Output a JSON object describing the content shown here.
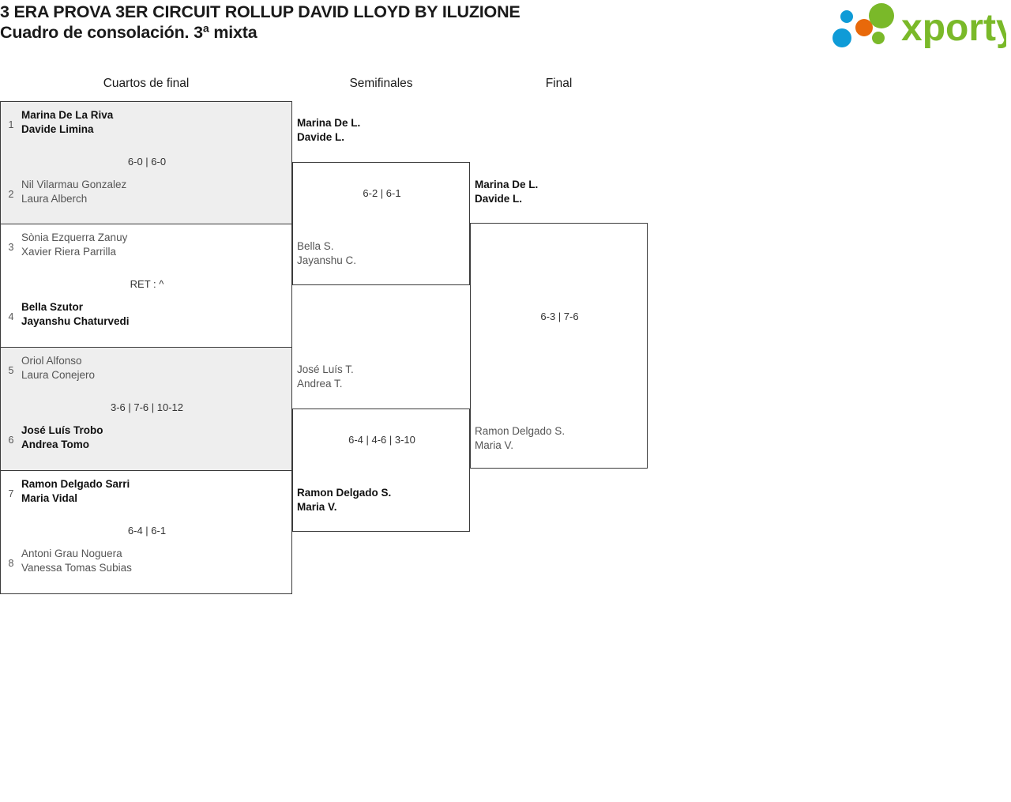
{
  "header": {
    "title_line1": "3 ERA PROVA 3ER CIRCUIT ROLLUP DAVID LLOYD BY ILUZIONE",
    "title_line2": "Cuadro de consolación. 3ª mixta",
    "logo_text": "xporty",
    "logo_colors": {
      "green": "#7ab929",
      "blue": "#0f9bd7",
      "orange": "#e8690b"
    }
  },
  "rounds": [
    {
      "label": "Cuartos de final"
    },
    {
      "label": "Semifinales"
    },
    {
      "label": "Final"
    }
  ],
  "quarterfinals": [
    {
      "shaded": true,
      "score": "6-0 | 6-0",
      "top": {
        "seed": "1",
        "line1": "Marina De La Riva",
        "line2": "Davide Limina",
        "winner": true
      },
      "bottom": {
        "seed": "2",
        "line1": "Nil Vilarmau Gonzalez",
        "line2": "Laura Alberch",
        "winner": false
      }
    },
    {
      "shaded": false,
      "score": "RET : ^",
      "top": {
        "seed": "3",
        "line1": "Sònia Ezquerra Zanuy",
        "line2": "Xavier Riera Parrilla",
        "winner": false
      },
      "bottom": {
        "seed": "4",
        "line1": "Bella Szutor",
        "line2": "Jayanshu Chaturvedi",
        "winner": true
      }
    },
    {
      "shaded": true,
      "score": "3-6 | 7-6 | 10-12",
      "top": {
        "seed": "5",
        "line1": "Oriol Alfonso",
        "line2": "Laura Conejero",
        "winner": false
      },
      "bottom": {
        "seed": "6",
        "line1": "José Luís Trobo",
        "line2": "Andrea Tomo",
        "winner": true
      }
    },
    {
      "shaded": false,
      "score": "6-4 | 6-1",
      "top": {
        "seed": "7",
        "line1": "Ramon Delgado Sarri",
        "line2": "Maria Vidal",
        "winner": true
      },
      "bottom": {
        "seed": "8",
        "line1": "Antoni Grau Noguera",
        "line2": "Vanessa Tomas Subias",
        "winner": false
      }
    }
  ],
  "semifinals": [
    {
      "score": "6-2 | 6-1",
      "top": {
        "line1": "Marina De L.",
        "line2": "Davide L.",
        "winner": true
      },
      "bottom": {
        "line1": "Bella S.",
        "line2": "Jayanshu C.",
        "winner": false
      }
    },
    {
      "score": "6-4 | 4-6 | 3-10",
      "top": {
        "line1": "José Luís T.",
        "line2": "Andrea T.",
        "winner": false
      },
      "bottom": {
        "line1": "Ramon Delgado S.",
        "line2": "Maria V.",
        "winner": true
      }
    }
  ],
  "final": {
    "score": "6-3 | 7-6",
    "top": {
      "line1": "Marina De L.",
      "line2": "Davide L.",
      "winner": true
    },
    "bottom": {
      "line1": "Ramon Delgado S.",
      "line2": "Maria V.",
      "winner": false
    }
  }
}
